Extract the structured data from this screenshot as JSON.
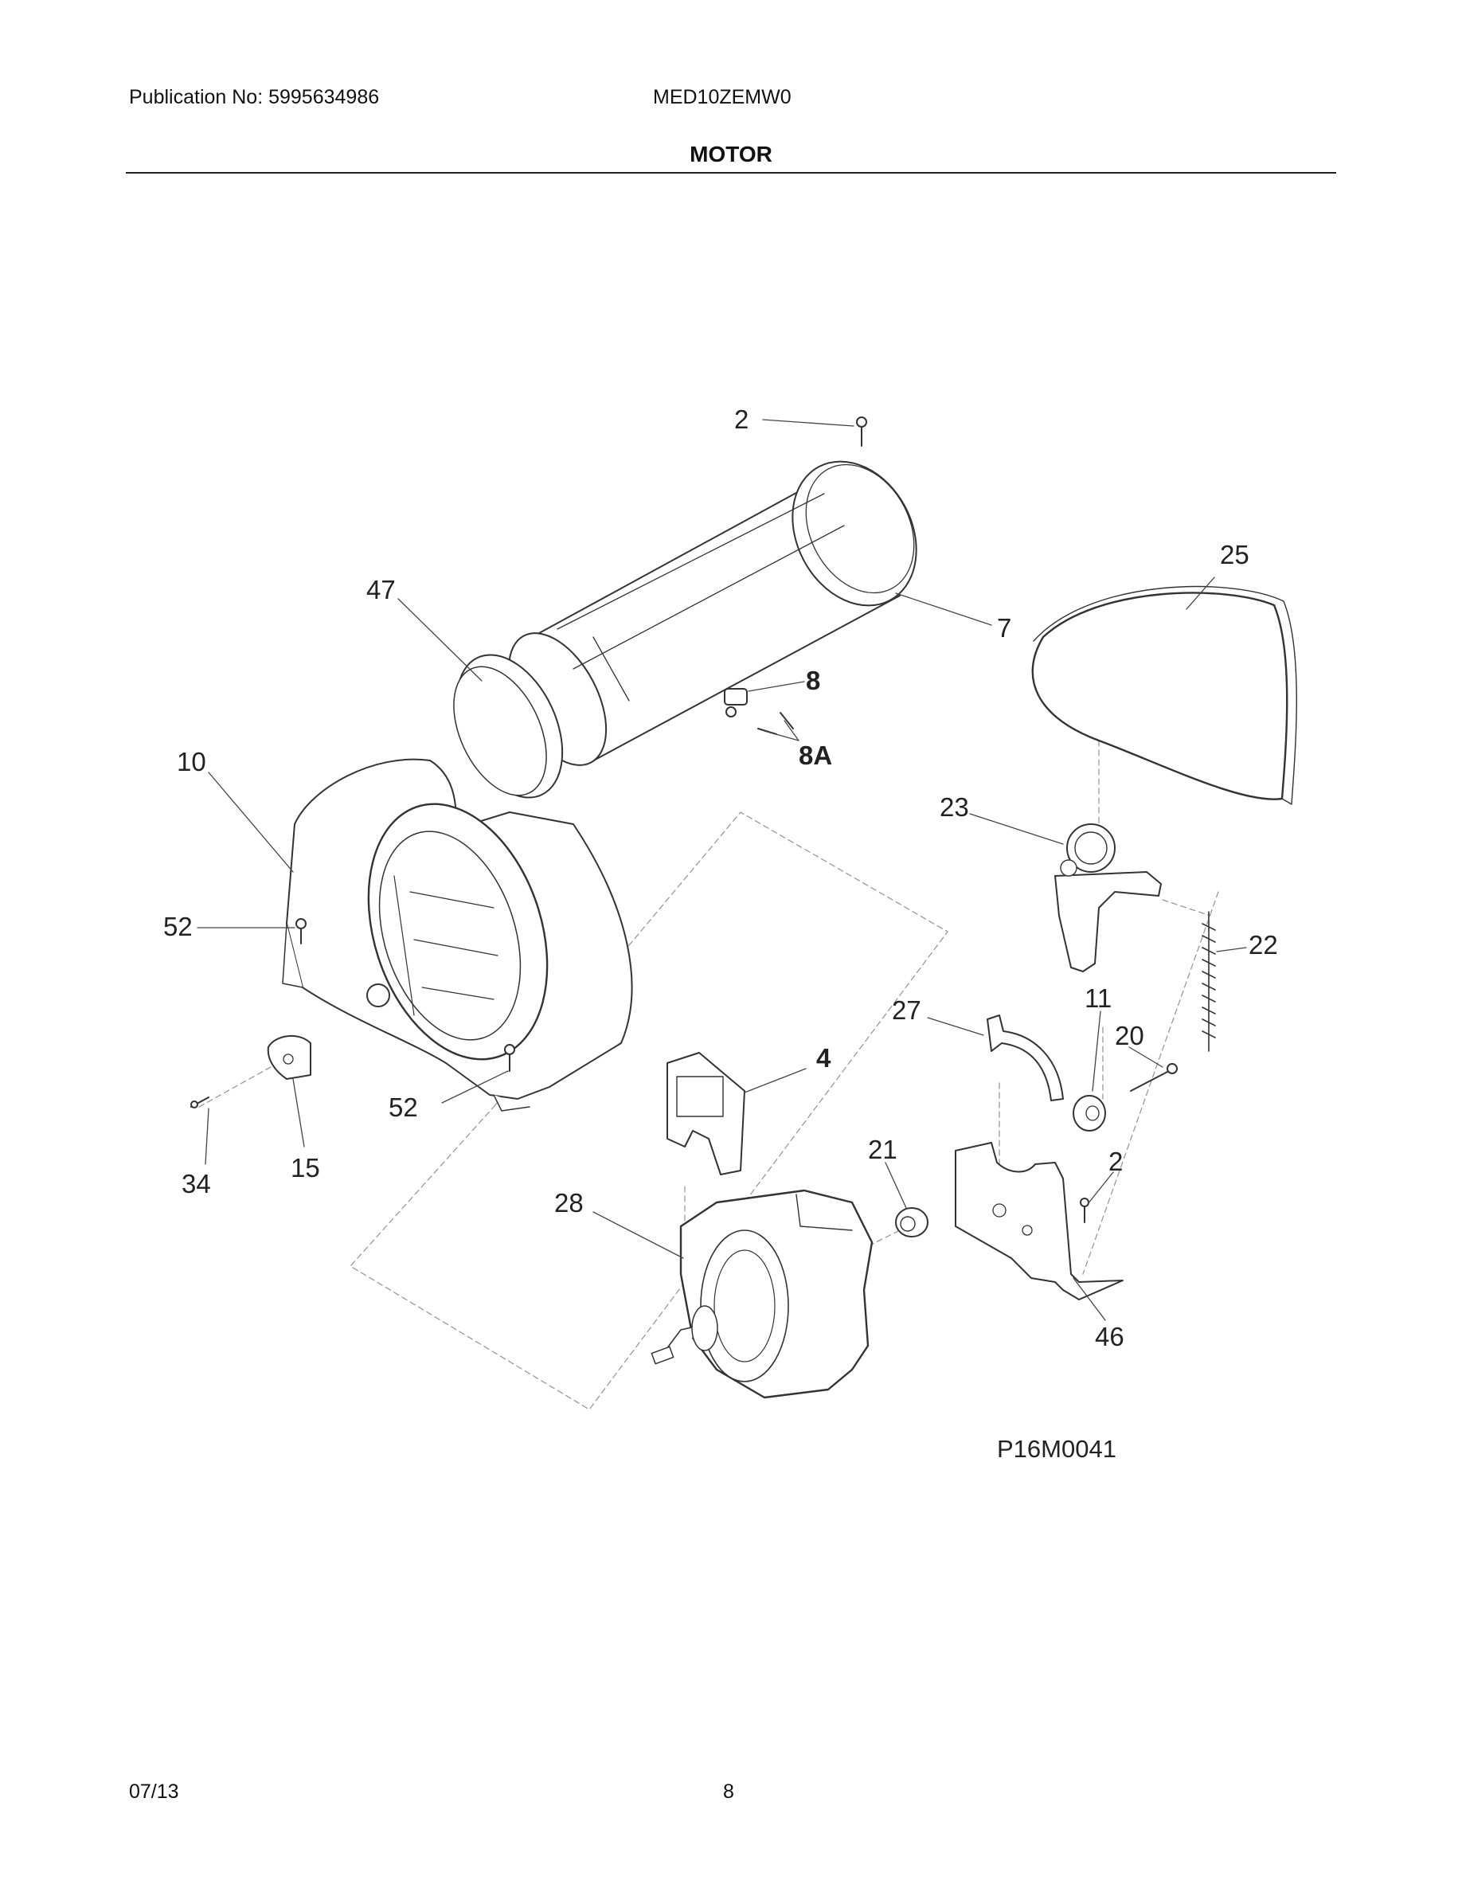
{
  "header": {
    "publication": "Publication No: 5995634986",
    "model": "MED10ZEMW0",
    "section_title": "MOTOR"
  },
  "diagram": {
    "figure_code": "P16M0041",
    "callouts": [
      "2",
      "47",
      "7",
      "25",
      "8",
      "8A",
      "10",
      "23",
      "52",
      "22",
      "11",
      "27",
      "20",
      "4",
      "52",
      "34",
      "15",
      "21",
      "2",
      "28",
      "46"
    ]
  },
  "footer": {
    "date": "07/13",
    "page": "8"
  }
}
